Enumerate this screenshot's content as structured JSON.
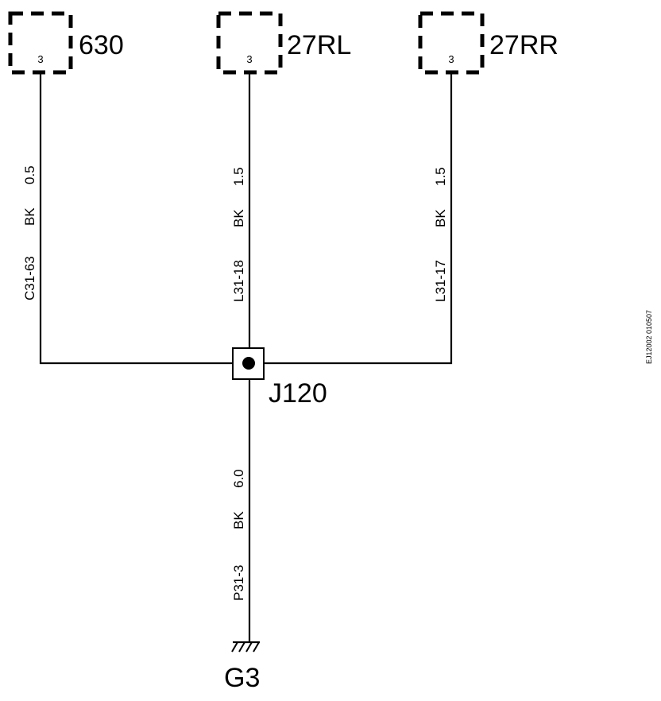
{
  "connectors": [
    {
      "id": "630",
      "pin": "3",
      "wire": {
        "circuit": "C31-63",
        "color": "BK",
        "gauge": "0.5"
      }
    },
    {
      "id": "27RL",
      "pin": "3",
      "wire": {
        "circuit": "L31-18",
        "color": "BK",
        "gauge": "1.5"
      }
    },
    {
      "id": "27RR",
      "pin": "3",
      "wire": {
        "circuit": "L31-17",
        "color": "BK",
        "gauge": "1.5"
      }
    }
  ],
  "junction": {
    "id": "J120"
  },
  "ground_wire": {
    "circuit": "P31-3",
    "color": "BK",
    "gauge": "6.0"
  },
  "ground": {
    "id": "G3"
  },
  "reference": "EJ12002  010507"
}
